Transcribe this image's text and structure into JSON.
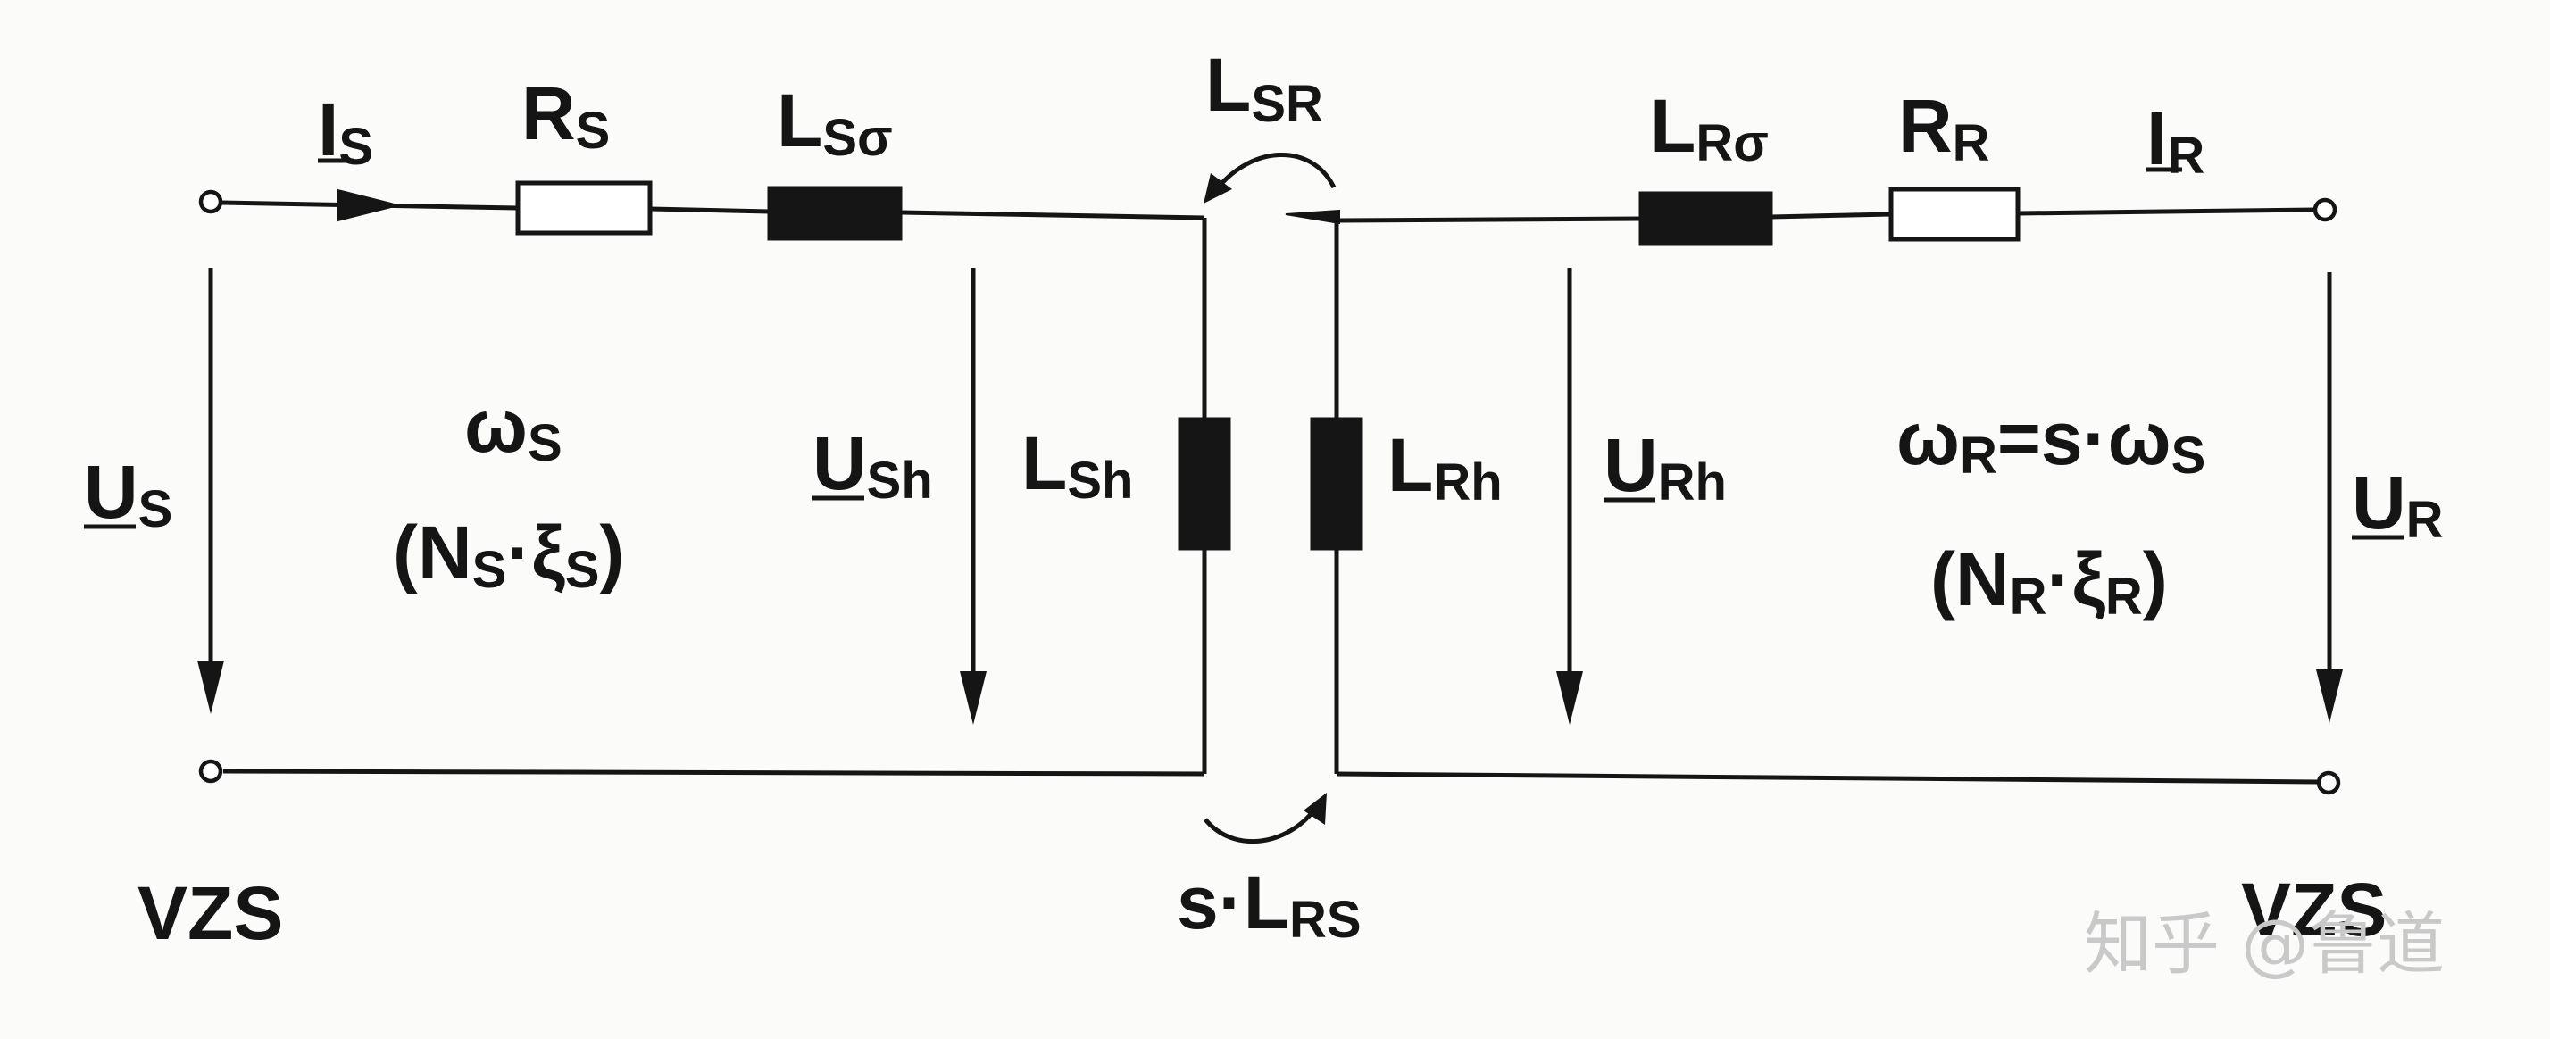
{
  "left_circuit": {
    "current": {
      "main": "I",
      "sub": "S"
    },
    "resistor": {
      "main": "R",
      "sub": "S"
    },
    "leakage_inductance": {
      "main": "L",
      "sub": "Sσ"
    },
    "terminal_voltage": {
      "main": "U",
      "sub": "S"
    },
    "angular_frequency": {
      "main": "ω",
      "sub": "S"
    },
    "winding_factor": {
      "open": "(N",
      "n_sub": "S",
      "dot": "·ξ",
      "xi_sub": "S",
      "close": ")"
    },
    "main_voltage": {
      "main": "U",
      "sub": "Sh"
    },
    "main_inductance": {
      "main": "L",
      "sub": "Sh"
    },
    "terminal_label": "VZS"
  },
  "right_circuit": {
    "current": {
      "main": "I",
      "sub": "R"
    },
    "resistor": {
      "main": "R",
      "sub": "R"
    },
    "leakage_inductance": {
      "main": "L",
      "sub": "Rσ"
    },
    "terminal_voltage": {
      "main": "U",
      "sub": "R"
    },
    "angular_frequency": {
      "w": "ω",
      "w_sub": "R",
      "eq": "=s·ω",
      "s_sub": "S"
    },
    "winding_factor": {
      "open": "(N",
      "n_sub": "R",
      "dot": "·ξ",
      "xi_sub": "R",
      "close": ")"
    },
    "main_voltage": {
      "main": "U",
      "sub": "Rh"
    },
    "main_inductance": {
      "main": "L",
      "sub": "Rh"
    },
    "terminal_label": "VZS"
  },
  "coupling": {
    "top": {
      "main": "L",
      "sub": "SR"
    },
    "bottom": {
      "pre": "s·L",
      "sub": "RS"
    }
  },
  "watermark": "知乎 @鲁道",
  "colors": {
    "line": "#151515",
    "background": "#fbfbfa",
    "watermark": "#c9c9c9"
  }
}
